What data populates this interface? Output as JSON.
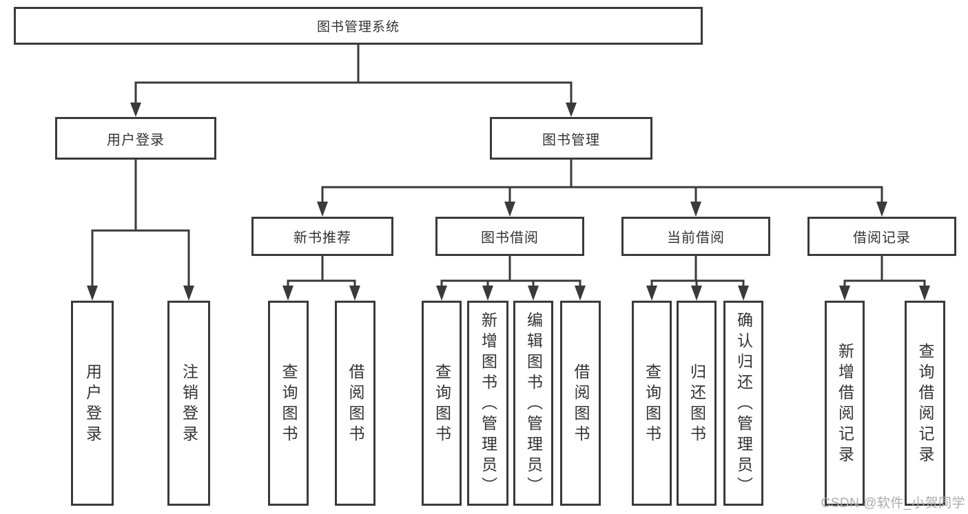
{
  "diagram": {
    "root": {
      "label": "图书管理系统"
    },
    "branches": [
      {
        "label": "用户登录",
        "children": [
          {
            "label": "用户登录"
          },
          {
            "label": "注销登录"
          }
        ]
      },
      {
        "label": "图书管理",
        "children": [
          {
            "label": "新书推荐",
            "children": [
              {
                "label": "查询图书"
              },
              {
                "label": "借阅图书"
              }
            ]
          },
          {
            "label": "图书借阅",
            "children": [
              {
                "label": "查询图书"
              },
              {
                "label": "新增图书（管理员）"
              },
              {
                "label": "编辑图书（管理员）"
              },
              {
                "label": "借阅图书"
              }
            ]
          },
          {
            "label": "当前借阅",
            "children": [
              {
                "label": "查询图书"
              },
              {
                "label": "归还图书"
              },
              {
                "label": "确认归还（管理员）"
              }
            ]
          },
          {
            "label": "借阅记录",
            "children": [
              {
                "label": "新增借阅记录"
              },
              {
                "label": "查询借阅记录"
              }
            ]
          }
        ]
      }
    ]
  },
  "watermark": {
    "text": "CSDN @软件_小贺同学"
  },
  "colors": {
    "line": "#3a3a3a",
    "text": "#333333",
    "watermark": "#ababab",
    "background": "#ffffff"
  }
}
